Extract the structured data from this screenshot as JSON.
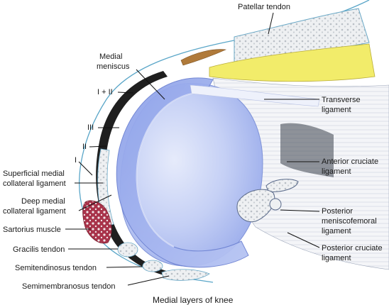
{
  "labels": {
    "patellar_tendon": "Patellar tendon",
    "medial_meniscus_1": "Medial",
    "medial_meniscus_2": "meniscus",
    "layer_i_ii": "I + II",
    "layer_iii": "III",
    "layer_ii": "II",
    "layer_i": "I",
    "superficial_mcl_1": "Superficial medial",
    "superficial_mcl_2": "collateral ligament",
    "deep_mcl_1": "Deep medial",
    "deep_mcl_2": "collateral ligament",
    "sartorius": "Sartorius muscle",
    "gracilis": "Gracilis tendon",
    "semitendinosus": "Semitendinosus tendon",
    "semimembranosus": "Semimembranosus tendon",
    "transverse_1": "Transverse",
    "transverse_2": "ligament",
    "acl_1": "Anterior cruciate",
    "acl_2": "ligament",
    "meniscofemoral_1": "Posterior",
    "meniscofemoral_2": "meniscofemoral",
    "meniscofemoral_3": "ligament",
    "pcl_1": "Posterior cruciate",
    "pcl_2": "ligament"
  },
  "caption": "Medial layers of knee",
  "colors": {
    "tibial_plateau": "#b9c6f2",
    "meniscus": "#a9b8ee",
    "fat_pad": "#f2ec6a",
    "tendon": "#e9ecef",
    "sartorius": "#b03a4e",
    "capsule": "#1f1f1f"
  }
}
